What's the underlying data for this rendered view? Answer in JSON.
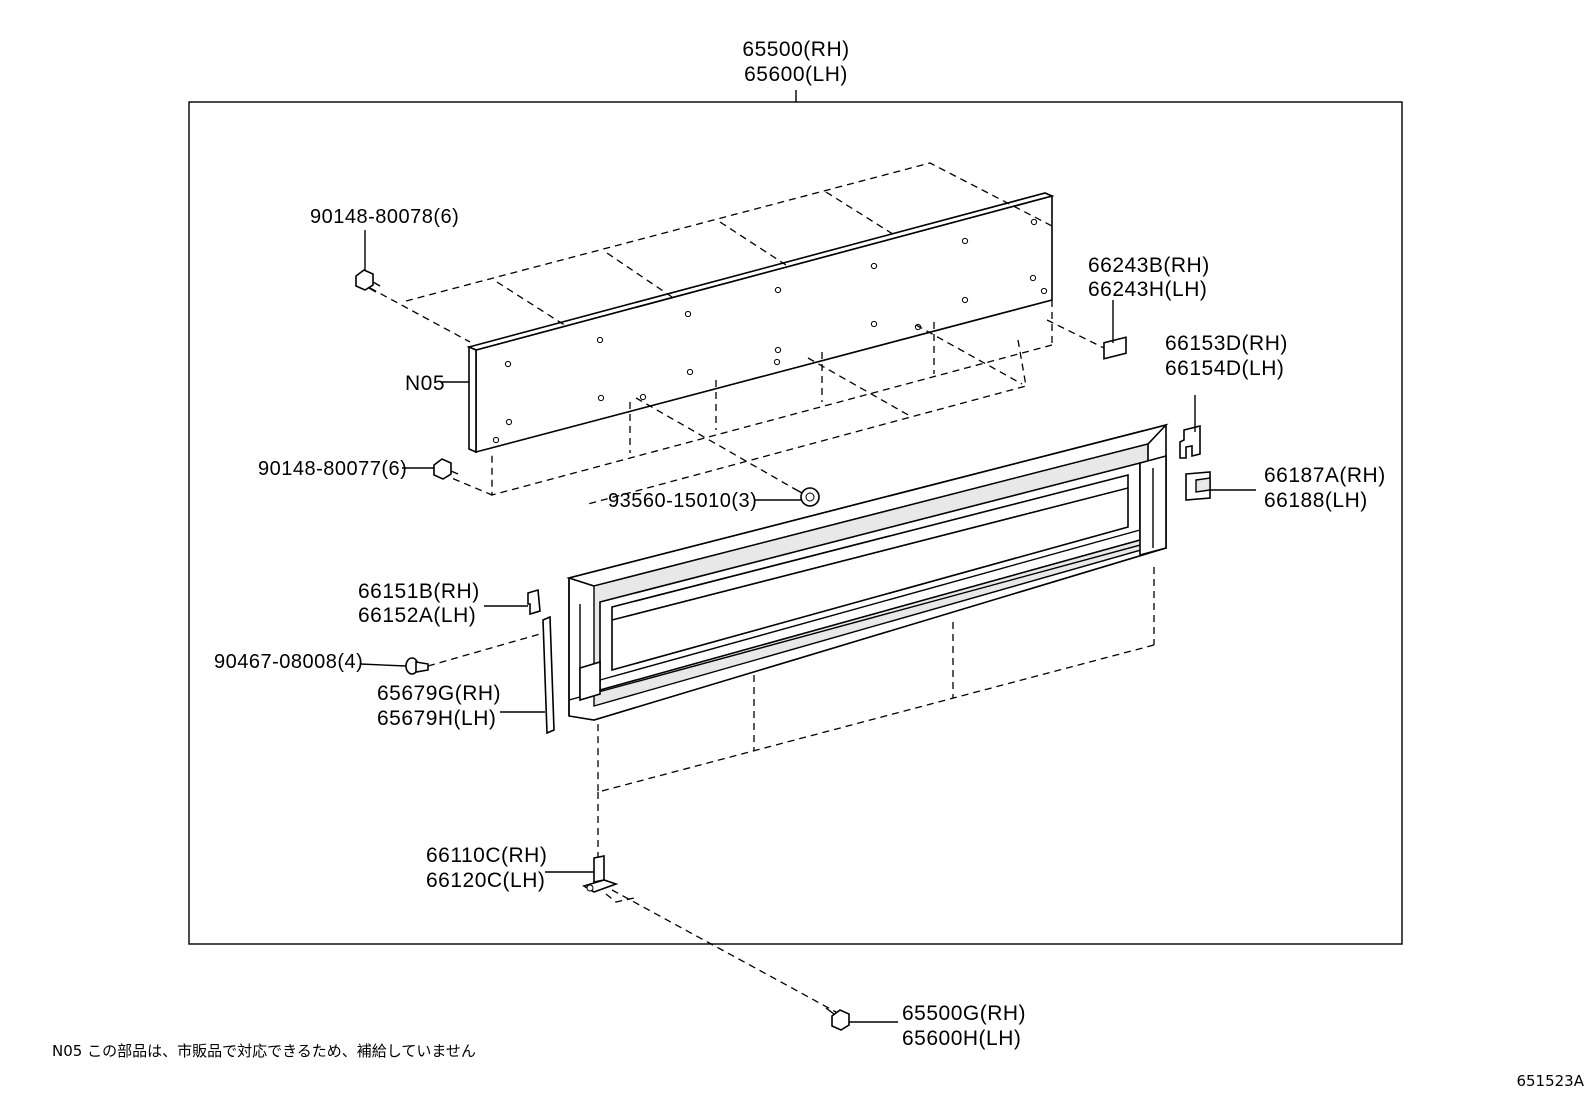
{
  "diagram_id": "651523A",
  "callouts": {
    "assembly_rh": "65500(RH)",
    "assembly_lh": "65600(LH)",
    "bolt_top": "90148-80078(6)",
    "n05_label": "N05",
    "bolt_bottom": "90148-80077(6)",
    "screw": "93560-15010(3)",
    "pad_rh": "66243B(RH)",
    "pad_lh": "66243H(LH)",
    "hook_top_rh": "66153D(RH)",
    "hook_top_lh": "66154D(LH)",
    "clip_right_rh": "66187A(RH)",
    "clip_right_lh": "66188(LH)",
    "hook_left_rh": "66151B(RH)",
    "hook_left_lh": "66152A(LH)",
    "clip_pin": "90467-08008(4)",
    "seal_rh": "65679G(RH)",
    "seal_lh": "65679H(LH)",
    "hinge_rh": "66110C(RH)",
    "hinge_lh": "66120C(LH)",
    "hinge_bolt_rh": "65500G(RH)",
    "hinge_bolt_lh": "65600H(LH)"
  },
  "note": "N05  この部品は、市販品で対応できるため、補給していません",
  "icons": {
    "bolt": "hex-bolt-icon",
    "clip": "push-clip-icon"
  }
}
